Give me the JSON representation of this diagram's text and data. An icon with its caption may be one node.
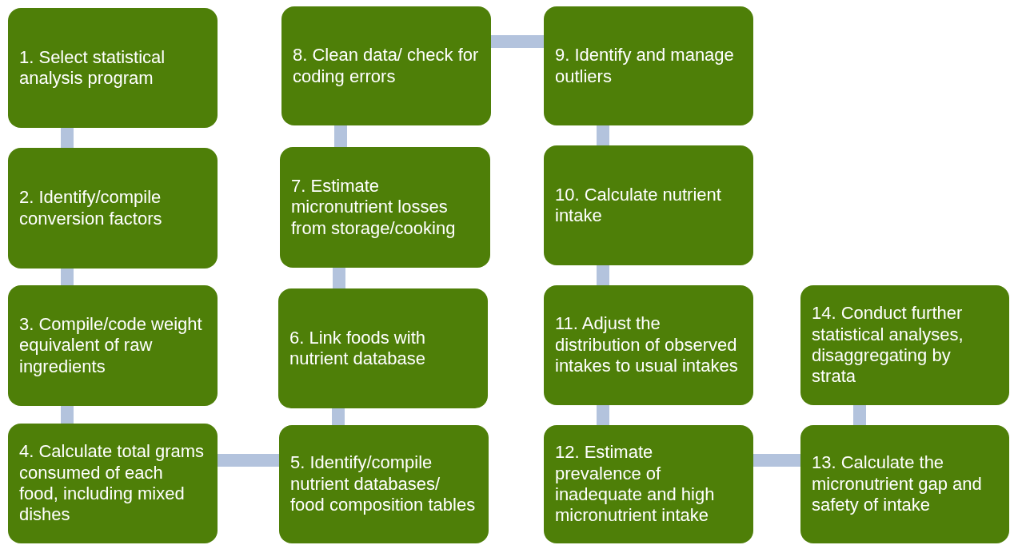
{
  "diagram": {
    "nodes": [
      {
        "text": [
          "1. Select statistical analysis program"
        ]
      },
      {
        "text": [
          "2. Identify/compile conversion factors"
        ]
      },
      {
        "text": [
          "3. Compile/code weight equivalent of raw ingredients"
        ]
      },
      {
        "text": [
          "4. Calculate total grams consumed of each food, including mixed dishes"
        ]
      },
      {
        "text": [
          "5. Identify/compile nutrient databases/ food composition tables"
        ]
      },
      {
        "text": [
          "6. Link foods with nutrient database"
        ]
      },
      {
        "text": [
          "7. Estimate micronutrient losses from storage/cooking"
        ]
      },
      {
        "text": [
          "8. Clean data/ check for coding errors"
        ]
      },
      {
        "text": [
          "9. Identify and manage outliers"
        ]
      },
      {
        "text": [
          "10. Calculate nutrient intake"
        ]
      },
      {
        "text": [
          "11. Adjust the distribution of observed intakes to usual intakes"
        ]
      },
      {
        "text": [
          "12. Estimate prevalence of inadequate and high micronutrient intake"
        ]
      },
      {
        "text": [
          "13. Calculate the micronutrient gap and safety of intake"
        ]
      },
      {
        "text": [
          "14. Conduct further statistical analyses, disaggregating by strata"
        ]
      }
    ],
    "edges": [
      {
        "from": 0,
        "to": 1,
        "arrow": "none"
      },
      {
        "from": 1,
        "to": 2,
        "arrow": "none"
      },
      {
        "from": 2,
        "to": 3,
        "arrow": "none"
      },
      {
        "from": 3,
        "to": 4,
        "arrow": "none"
      },
      {
        "from": 4,
        "to": 5,
        "arrow": "none"
      },
      {
        "from": 5,
        "to": 6,
        "arrow": "none"
      },
      {
        "from": 6,
        "to": 7,
        "arrow": "none"
      },
      {
        "from": 7,
        "to": 8,
        "arrow": "none"
      },
      {
        "from": 8,
        "to": 9,
        "arrow": "none"
      },
      {
        "from": 9,
        "to": 10,
        "arrow": "none"
      },
      {
        "from": 10,
        "to": 11,
        "arrow": "none"
      },
      {
        "from": 11,
        "to": 12,
        "arrow": "none"
      },
      {
        "from": 12,
        "to": 13,
        "arrow": "none"
      }
    ]
  }
}
